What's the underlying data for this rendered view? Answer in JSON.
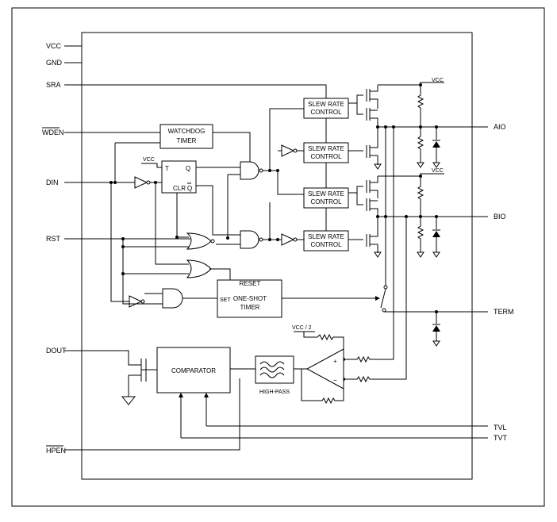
{
  "pins_left": {
    "vcc": "VCC",
    "gnd": "GND",
    "sra": "SRA",
    "wden": "WDEN",
    "din": "DIN",
    "rst": "RST",
    "dout": "DOUT",
    "hpen": "HPEN"
  },
  "pins_right": {
    "aio": "AIO",
    "bio": "BIO",
    "term": "TERM",
    "tvl": "TVL",
    "tvt": "TVT"
  },
  "blocks": {
    "watchdog": [
      "WATCHDOG",
      "TIMER"
    ],
    "slew1": [
      "SLEW RATE",
      "CONTROL"
    ],
    "slew2": [
      "SLEW RATE",
      "CONTROL"
    ],
    "slew3": [
      "SLEW RATE",
      "CONTROL"
    ],
    "slew4": [
      "SLEW RATE",
      "CONTROL"
    ],
    "oneshot": [
      "RESET",
      "ONE-SHOT",
      "TIMER"
    ],
    "oneshot_set": "SET",
    "comparator": "COMPARATOR",
    "highpass": "HIGH-PASS"
  },
  "flipflop": {
    "t": "T",
    "q": "Q",
    "clr": "CLR",
    "qbar": "Q"
  },
  "supply": {
    "vcc_top": "VCC",
    "vcc_mid": "VCC",
    "vcc_ff": "VCC",
    "vcc_half": "VCC / 2"
  },
  "opamp": {
    "plus": "+",
    "minus": "−"
  }
}
